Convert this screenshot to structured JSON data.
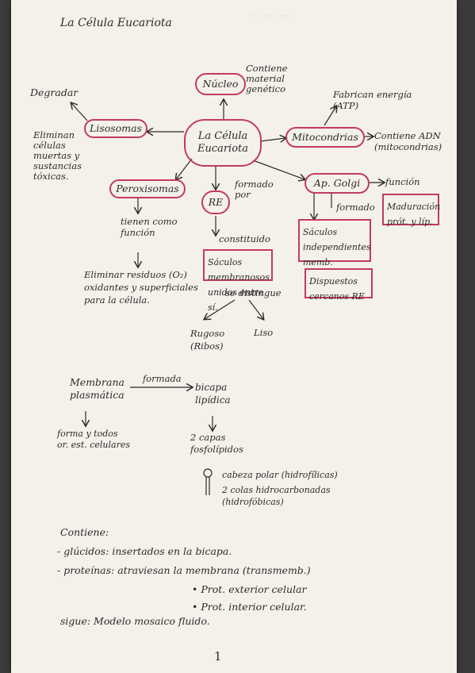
{
  "title": "La Célula Eucariota",
  "center": "La Célula Eucariota",
  "nucleo": {
    "label": "Núcleo",
    "note": "Contiene material genético"
  },
  "lisosomas": {
    "label": "Lisosomas",
    "degradar": "Degradar",
    "eliminar": "Eliminan células muertas y sustancias tóxicas."
  },
  "mitocondrias": {
    "label": "Mitocondrias",
    "fabrican": "Fabrican energía (ATP)",
    "contiene": "Contiene ADN (mitocondrias)"
  },
  "peroxisomas": {
    "label": "Peroxisomas",
    "tienen": "tienen como función",
    "eliminar": "Eliminar residuos (O₂) oxidantes y superficiales para la célula."
  },
  "re": {
    "label": "RE",
    "formado": "formado por",
    "constituido": "constituido",
    "sacos": "Sáculos membranosos unidos entre sí.",
    "distingue": "se distingue",
    "rugoso": "Rugoso (Ribos)",
    "liso": "Liso"
  },
  "golgi": {
    "label": "Ap. Golgi",
    "formado": "formado",
    "sacos": "Sáculos independientes memb.",
    "dispuestos": "Dispuestos cercanos RE",
    "funcion": "función",
    "maduracion": "Maduración prót. y líp."
  },
  "membrana": {
    "label": "Membrana plasmática",
    "formada": "formada",
    "bicapa": "bicapa lipídica",
    "capas": "2 capas fosfolípidos",
    "forma": "forma y todos or. est. celulares",
    "cabeza": "cabeza polar (hidrofílicas)",
    "colas": "2 colas hidrocarbonadas (hidrofóbicas)"
  },
  "contiene": {
    "label": "Contiene:",
    "glucidos": "- glúcidos: insertados en la bicapa.",
    "proteinas": "- proteínas: atraviesan la membrana (transmemb.)",
    "ext": "• Prot. exterior celular",
    "int": "• Prot. interior celular.",
    "sigue": "sigue: Modelo mosaico fluido."
  },
  "page_number": "1",
  "colors": {
    "ink": "#2b2b2b",
    "accent": "#c23b5e",
    "paper": "#f4f1ea"
  }
}
